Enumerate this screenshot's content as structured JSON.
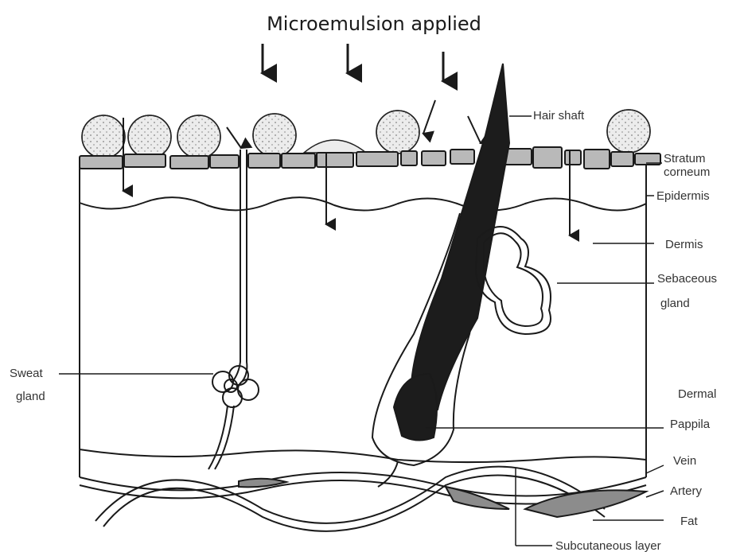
{
  "title": "Microemulsion applied",
  "labels": {
    "hair_shaft": "Hair shaft",
    "stratum_line1": "Stratum",
    "stratum_line2": "corneum",
    "epidermis": "Epidermis",
    "dermis": "Dermis",
    "sebaceous_line1": "Sebaceous",
    "sebaceous_line2": "gland",
    "sweat_line1": "Sweat",
    "sweat_line2": "gland",
    "dermal": "Dermal",
    "pappila": "Pappila",
    "vein": "Vein",
    "artery": "Artery",
    "fat": "Fat",
    "subcutaneous": "Subcutaneous layer"
  },
  "colors": {
    "ink": "#1a1a1a",
    "cell_fill": "#b9b9b9",
    "droplet_fill": "#ececec",
    "fat_fill": "#8c8c8c",
    "hair_fill": "#1c1c1c"
  }
}
